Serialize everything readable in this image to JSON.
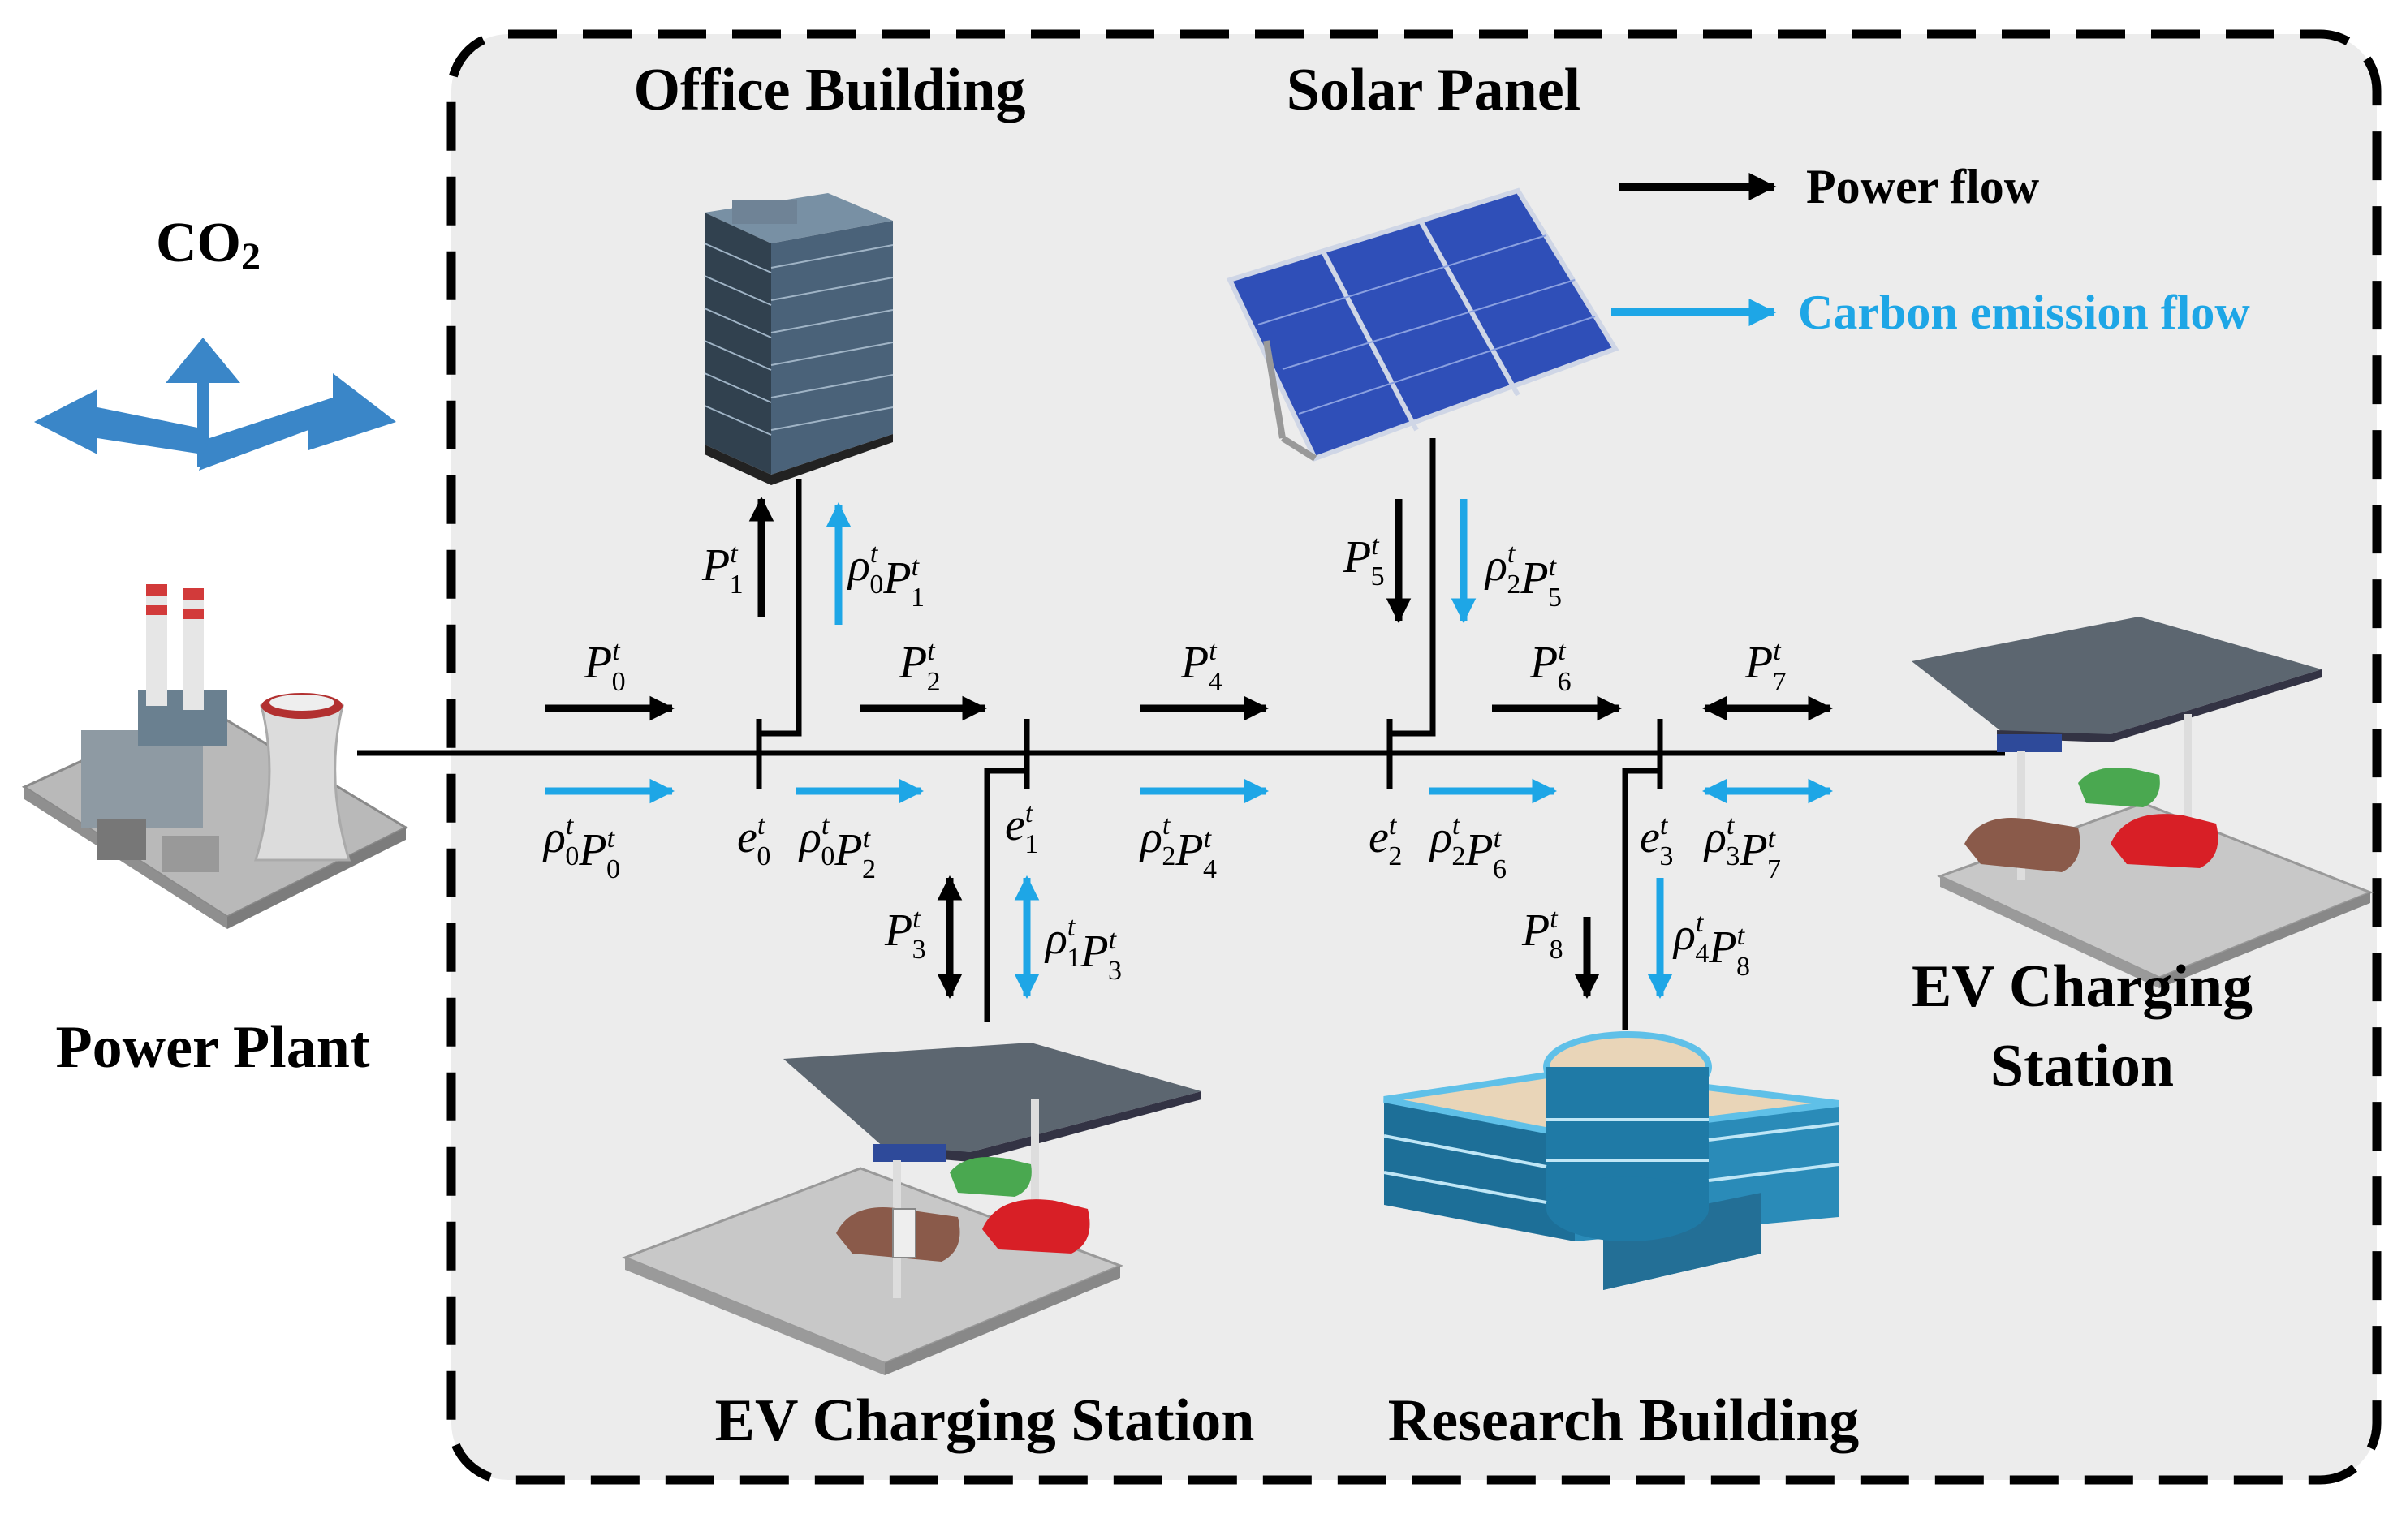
{
  "colors": {
    "power_flow": "#000000",
    "carbon_flow": "#1ea6e6",
    "co2_arrows": "#3a86c8",
    "panel_bg": "#ececec"
  },
  "labels": {
    "office": "Office Building",
    "solar": "Solar Panel",
    "power_plant": "Power Plant",
    "ev_bottom": "EV Charging Station",
    "research": "Research Building",
    "ev_right_1": "EV Charging",
    "ev_right_2": "Station",
    "co2": "CO",
    "co2_sub": "2"
  },
  "legend": {
    "power": "Power flow",
    "carbon": "Carbon emission flow"
  },
  "math": {
    "P": "P",
    "rho": "ρ",
    "e": "e",
    "t": "t"
  },
  "icons": [
    "power-plant-icon",
    "office-building-icon",
    "solar-panel-icon",
    "ev-charging-station-icon",
    "research-building-icon",
    "co2-emission-icon"
  ]
}
